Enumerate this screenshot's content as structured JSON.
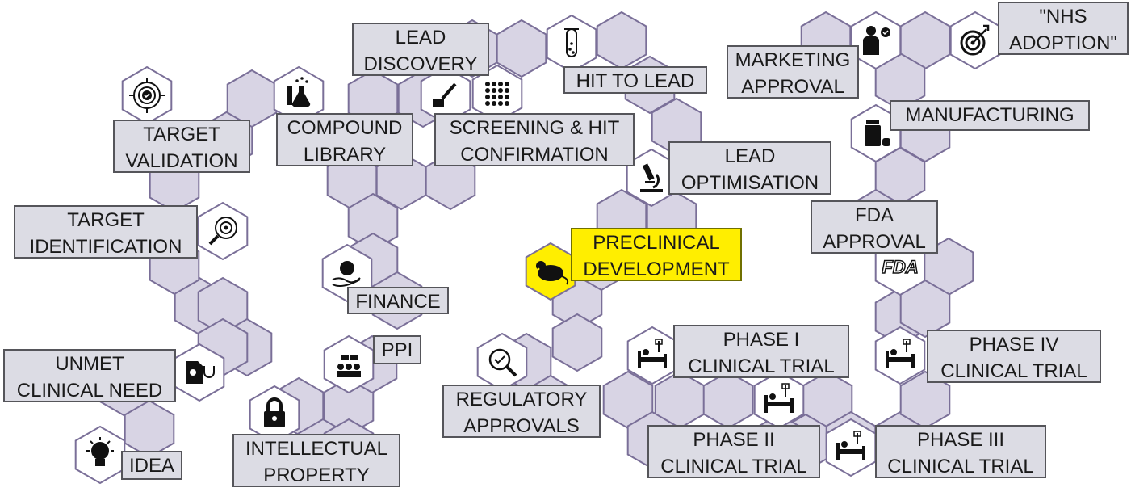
{
  "colors": {
    "hex_fill": "#d8d4e4",
    "hex_stroke": "#7a6f98",
    "icon_hex_fill": "#ffffff",
    "highlight": "#ffee00",
    "label_bg": "#dcdce4",
    "label_border": "#55555a"
  },
  "stages": {
    "idea": {
      "lines": [
        "IDEA"
      ],
      "icon": "lightbulb-icon"
    },
    "unmet_clinical_need": {
      "lines": [
        "UNMET",
        "CLINICAL NEED"
      ],
      "icon": "medical-document-icon"
    },
    "intellectual_property": {
      "lines": [
        "INTELLECTUAL",
        "PROPERTY"
      ],
      "icon": "padlock-icon"
    },
    "ppi": {
      "lines": [
        "PPI"
      ],
      "icon": "group-meeting-icon"
    },
    "finance": {
      "lines": [
        "FINANCE"
      ],
      "icon": "money-bag-hand-icon"
    },
    "target_identification": {
      "lines": [
        "TARGET",
        "IDENTIFICATION"
      ],
      "icon": "target-search-icon"
    },
    "target_validation": {
      "lines": [
        "TARGET",
        "VALIDATION"
      ],
      "icon": "target-check-icon"
    },
    "compound_library": {
      "lines": [
        "COMPOUND",
        "LIBRARY"
      ],
      "icon": "flask-icon"
    },
    "lead_discovery": {
      "lines": [
        "LEAD",
        "DISCOVERY"
      ],
      "icon": "test-tube-icon"
    },
    "screening_hit_confirmation": {
      "lines": [
        "SCREENING & HIT",
        "CONFIRMATION"
      ],
      "icon": "well-plate-icon"
    },
    "hit_to_lead": {
      "lines": [
        "HIT TO LEAD"
      ],
      "icon": "test-tube-icon"
    },
    "lead_optimisation": {
      "lines": [
        "LEAD",
        "OPTIMISATION"
      ],
      "icon": "microscope-icon"
    },
    "preclinical_development": {
      "lines": [
        "PRECLINICAL",
        "DEVELOPMENT"
      ],
      "icon": "mouse-icon"
    },
    "regulatory_approvals": {
      "lines": [
        "REGULATORY",
        "APPROVALS"
      ],
      "icon": "magnifier-check-icon"
    },
    "phase_1": {
      "lines": [
        "PHASE I",
        "CLINICAL TRIAL"
      ],
      "icon": "hospital-bed-icon"
    },
    "phase_2": {
      "lines": [
        "PHASE II",
        "CLINICAL TRIAL"
      ],
      "icon": "hospital-bed-icon"
    },
    "phase_3": {
      "lines": [
        "PHASE III",
        "CLINICAL TRIAL"
      ],
      "icon": "hospital-bed-icon"
    },
    "phase_4": {
      "lines": [
        "PHASE IV",
        "CLINICAL TRIAL"
      ],
      "icon": "hospital-bed-icon"
    },
    "fda_approval": {
      "lines": [
        "FDA",
        "APPROVAL"
      ],
      "icon": "fda-logo-icon",
      "logo_text": "FDA"
    },
    "manufacturing": {
      "lines": [
        "MANUFACTURING"
      ],
      "icon": "pill-bottle-icon"
    },
    "marketing_approval": {
      "lines": [
        "MARKETING",
        "APPROVAL"
      ],
      "icon": "businessman-check-icon"
    },
    "nhs_adoption": {
      "lines": [
        "\"NHS",
        "ADOPTION\""
      ],
      "icon": "target-arrow-icon"
    }
  }
}
